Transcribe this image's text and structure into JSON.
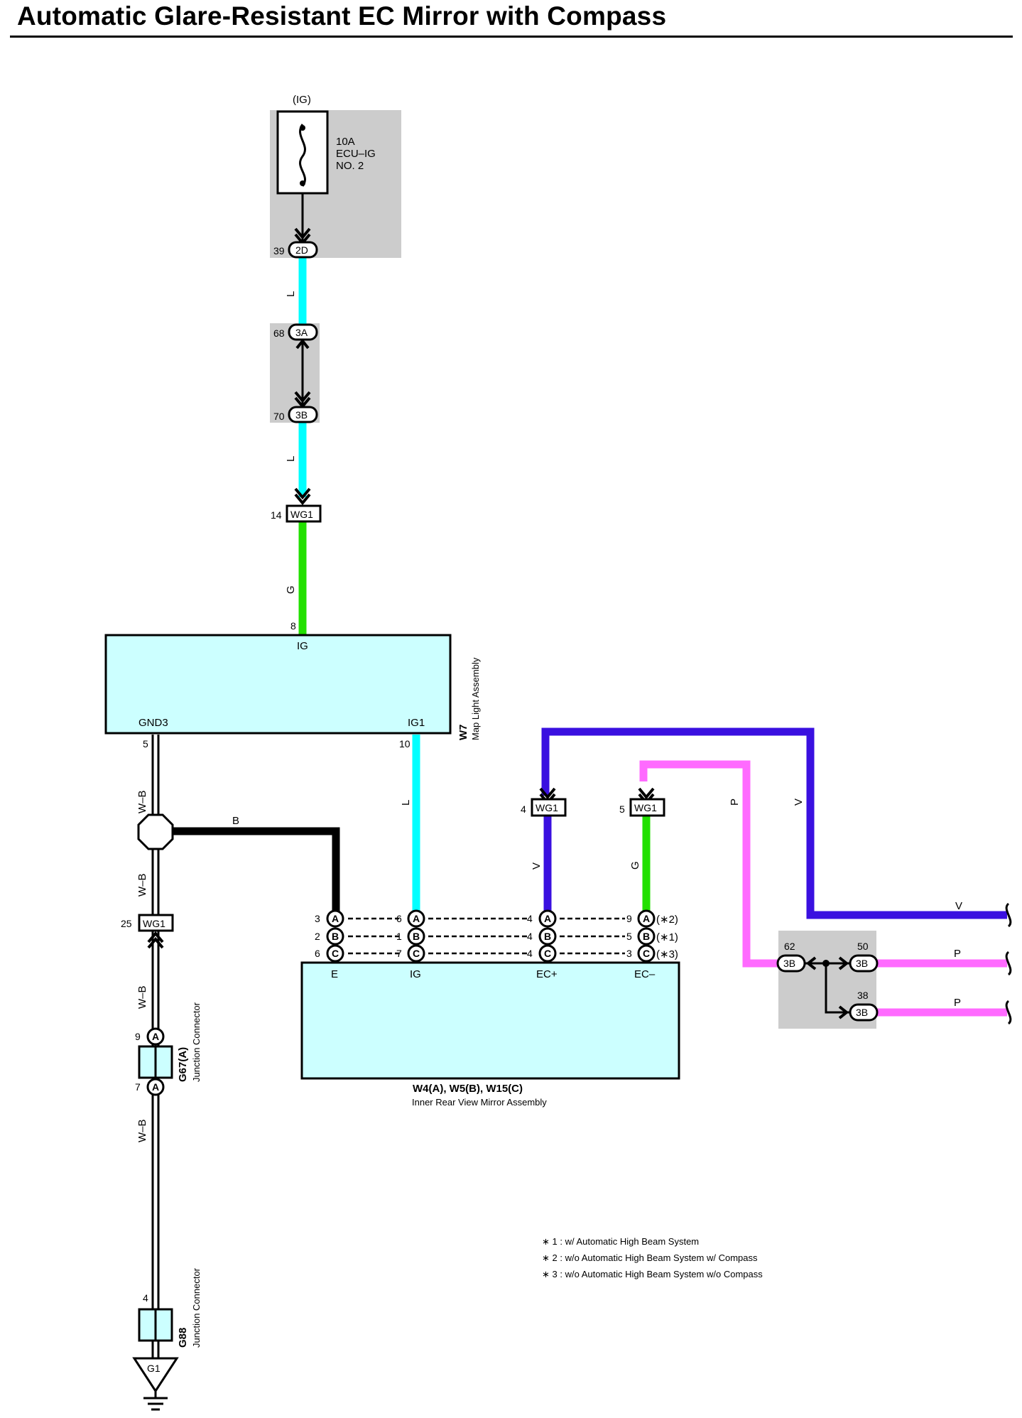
{
  "title": "Automatic Glare-Resistant EC Mirror with Compass",
  "colors": {
    "L": "#00ffff",
    "G": "#22e000",
    "V": "#3a10e0",
    "P": "#ff6aff",
    "B": "#000000",
    "W-B": "#ffffff",
    "component_fill": "#ccffff",
    "relay_box_fill": "#cccccc"
  },
  "fuse": {
    "source": "(IG)",
    "rating": "10A",
    "name": "ECU–IG",
    "number": "NO. 2",
    "connector_pin": "39",
    "connector": "2D"
  },
  "junction_3a": {
    "pin": "68",
    "connector": "3A"
  },
  "junction_3b": {
    "pin": "70",
    "connector": "3B"
  },
  "wg1_top": {
    "pin": "14",
    "connector": "WG1"
  },
  "wg1_v": {
    "pin": "4",
    "connector": "WG1"
  },
  "wg1_g": {
    "pin": "5",
    "connector": "WG1"
  },
  "wg1_ground": {
    "pin": "25",
    "connector": "WG1"
  },
  "wire_labels": {
    "l1": "L",
    "l2": "L",
    "g1": "G",
    "l3": "L",
    "v1": "V",
    "g2": "G",
    "p_vert": "P",
    "v_vert": "V",
    "v_right": "V",
    "p_right1": "P",
    "p_right2": "P",
    "b": "B",
    "wb1": "W–B",
    "wb2": "W–B",
    "wb3": "W–B",
    "wb4": "W–B"
  },
  "map_light": {
    "id": "W7",
    "name": "Map Light Assembly",
    "ig_pin": "8",
    "ig_label": "IG",
    "gnd_pin": "5",
    "gnd_label": "GND3",
    "ig1_pin": "10",
    "ig1_label": "IG1"
  },
  "mirror": {
    "ids": "W4(A), W5(B), W15(C)",
    "name": "Inner Rear View Mirror Assembly",
    "terminals": [
      "E",
      "IG",
      "EC+",
      "EC–"
    ],
    "rows": [
      {
        "e_pin": "3",
        "e_conn": "A",
        "ig_pin": "6",
        "ig_conn": "A",
        "ecp_pin": "4",
        "ecp_conn": "A",
        "ecm_pin": "9",
        "ecm_conn": "A",
        "note": "(∗2)"
      },
      {
        "e_pin": "2",
        "e_conn": "B",
        "ig_pin": "1",
        "ig_conn": "B",
        "ecp_pin": "4",
        "ecp_conn": "B",
        "ecm_pin": "5",
        "ecm_conn": "B",
        "note": "(∗1)"
      },
      {
        "e_pin": "6",
        "e_conn": "C",
        "ig_pin": "7",
        "ig_conn": "C",
        "ecp_pin": "4",
        "ecp_conn": "C",
        "ecm_pin": "3",
        "ecm_conn": "C",
        "note": "(∗3)"
      }
    ]
  },
  "splice_box": {
    "left_pin": "62",
    "left_conn": "3B",
    "right_top_pin": "50",
    "right_top_conn": "3B",
    "right_bottom_pin": "38",
    "right_bottom_conn": "3B"
  },
  "g67": {
    "id": "G67(A)",
    "name": "Junction Connector",
    "top_pin": "9",
    "top_conn": "A",
    "bottom_pin": "7",
    "bottom_conn": "A"
  },
  "g88": {
    "id": "G88",
    "name": "Junction Connector",
    "pin": "4"
  },
  "ground": {
    "id": "G1"
  },
  "notes": [
    "∗ 1 : w/ Automatic High Beam System",
    "∗ 2 : w/o Automatic High Beam System w/ Compass",
    "∗ 3 : w/o Automatic High Beam System w/o Compass"
  ]
}
